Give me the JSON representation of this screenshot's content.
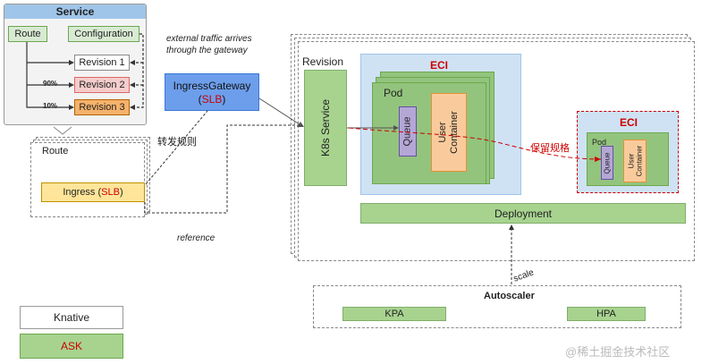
{
  "service": {
    "title": "Service",
    "route": "Route",
    "configuration": "Configuration",
    "revision1": "Revision 1",
    "revision2": "Revision 2",
    "revision3": "Revision 3",
    "pct90": "90%",
    "pct10": "10%"
  },
  "route_box": {
    "title": "Route",
    "ingress_prefix": "Ingress (",
    "ingress_slb": "SLB",
    "ingress_suffix": ")"
  },
  "gateway": {
    "external_text_line1": "external traffic arrives",
    "external_text_line2": "through the gateway",
    "name": "IngressGateway",
    "slb_open": "(",
    "slb": "SLB",
    "slb_close": ")",
    "forward_rule": "转发规则",
    "reference": "reference"
  },
  "revision_area": {
    "title": "Revision",
    "k8s_service": "K8s Service",
    "eci_main": "ECI",
    "pod_main": "Pod",
    "queue_main": "Queue",
    "user_container_main": "User Container",
    "keep_spec": "保留规格",
    "eci_small": "ECI",
    "pod_small": "Pod",
    "queue_small": "Queue",
    "user_container_small": "User Container",
    "deployment": "Deployment"
  },
  "autoscaler": {
    "scale": "scale",
    "title": "Autoscaler",
    "kpa": "KPA",
    "hpa": "HPA"
  },
  "legend": {
    "knative": "Knative",
    "ask": "ASK"
  },
  "watermark": "@稀土掘金技术社区",
  "colors": {
    "service_header": "#9fc5e8",
    "green": "#a7d38f",
    "eci_blue": "#cfe2f3",
    "queue_purple": "#b4a7d6",
    "user_container_orange": "#f9cb9c",
    "ingress_yellow": "#ffe599",
    "gateway_blue": "#4a86e8",
    "revision2_pink": "#f4cccc",
    "revision3_orange": "#f6b26b",
    "red_text": "#cc0000"
  }
}
